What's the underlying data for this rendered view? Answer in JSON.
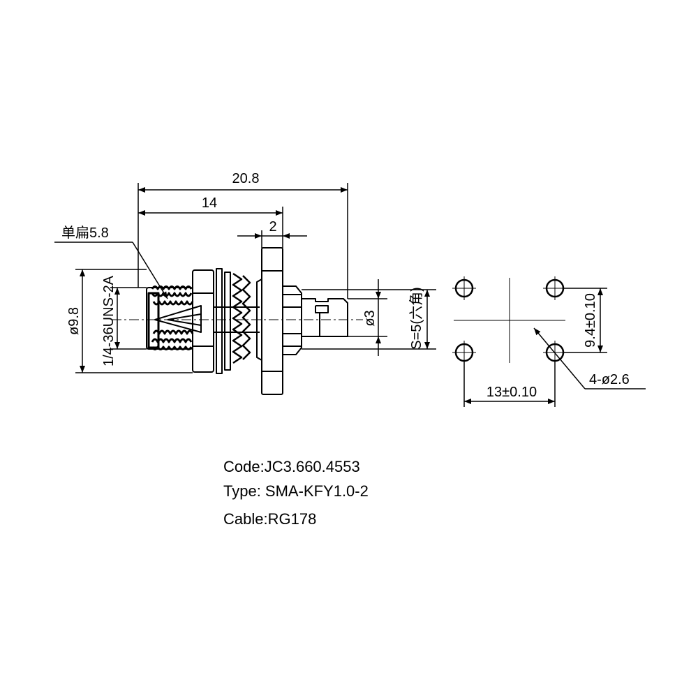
{
  "dimensions": {
    "overall_length": "20.8",
    "thread_length": "14",
    "flange_thickness": "2",
    "flat_width": "单扁5.8",
    "thread_major_diameter": "ø9.8",
    "thread_spec": "1/4-36UNS-2A",
    "pin_diameter": "ø3",
    "hex_size": "S=5(六角)",
    "hole_spacing_horizontal": "13±0.10",
    "hole_spacing_vertical": "9.4±0.10",
    "mounting_holes": "4-ø2.6"
  },
  "specs": {
    "code_label": "Code:",
    "code_value": "JC3.660.4553",
    "type_label": "Type: ",
    "type_value": "SMA-KFY1.0-2",
    "cable_label": "Cable:",
    "cable_value": "RG178"
  },
  "colors": {
    "line": "#000000",
    "background": "#ffffff"
  }
}
